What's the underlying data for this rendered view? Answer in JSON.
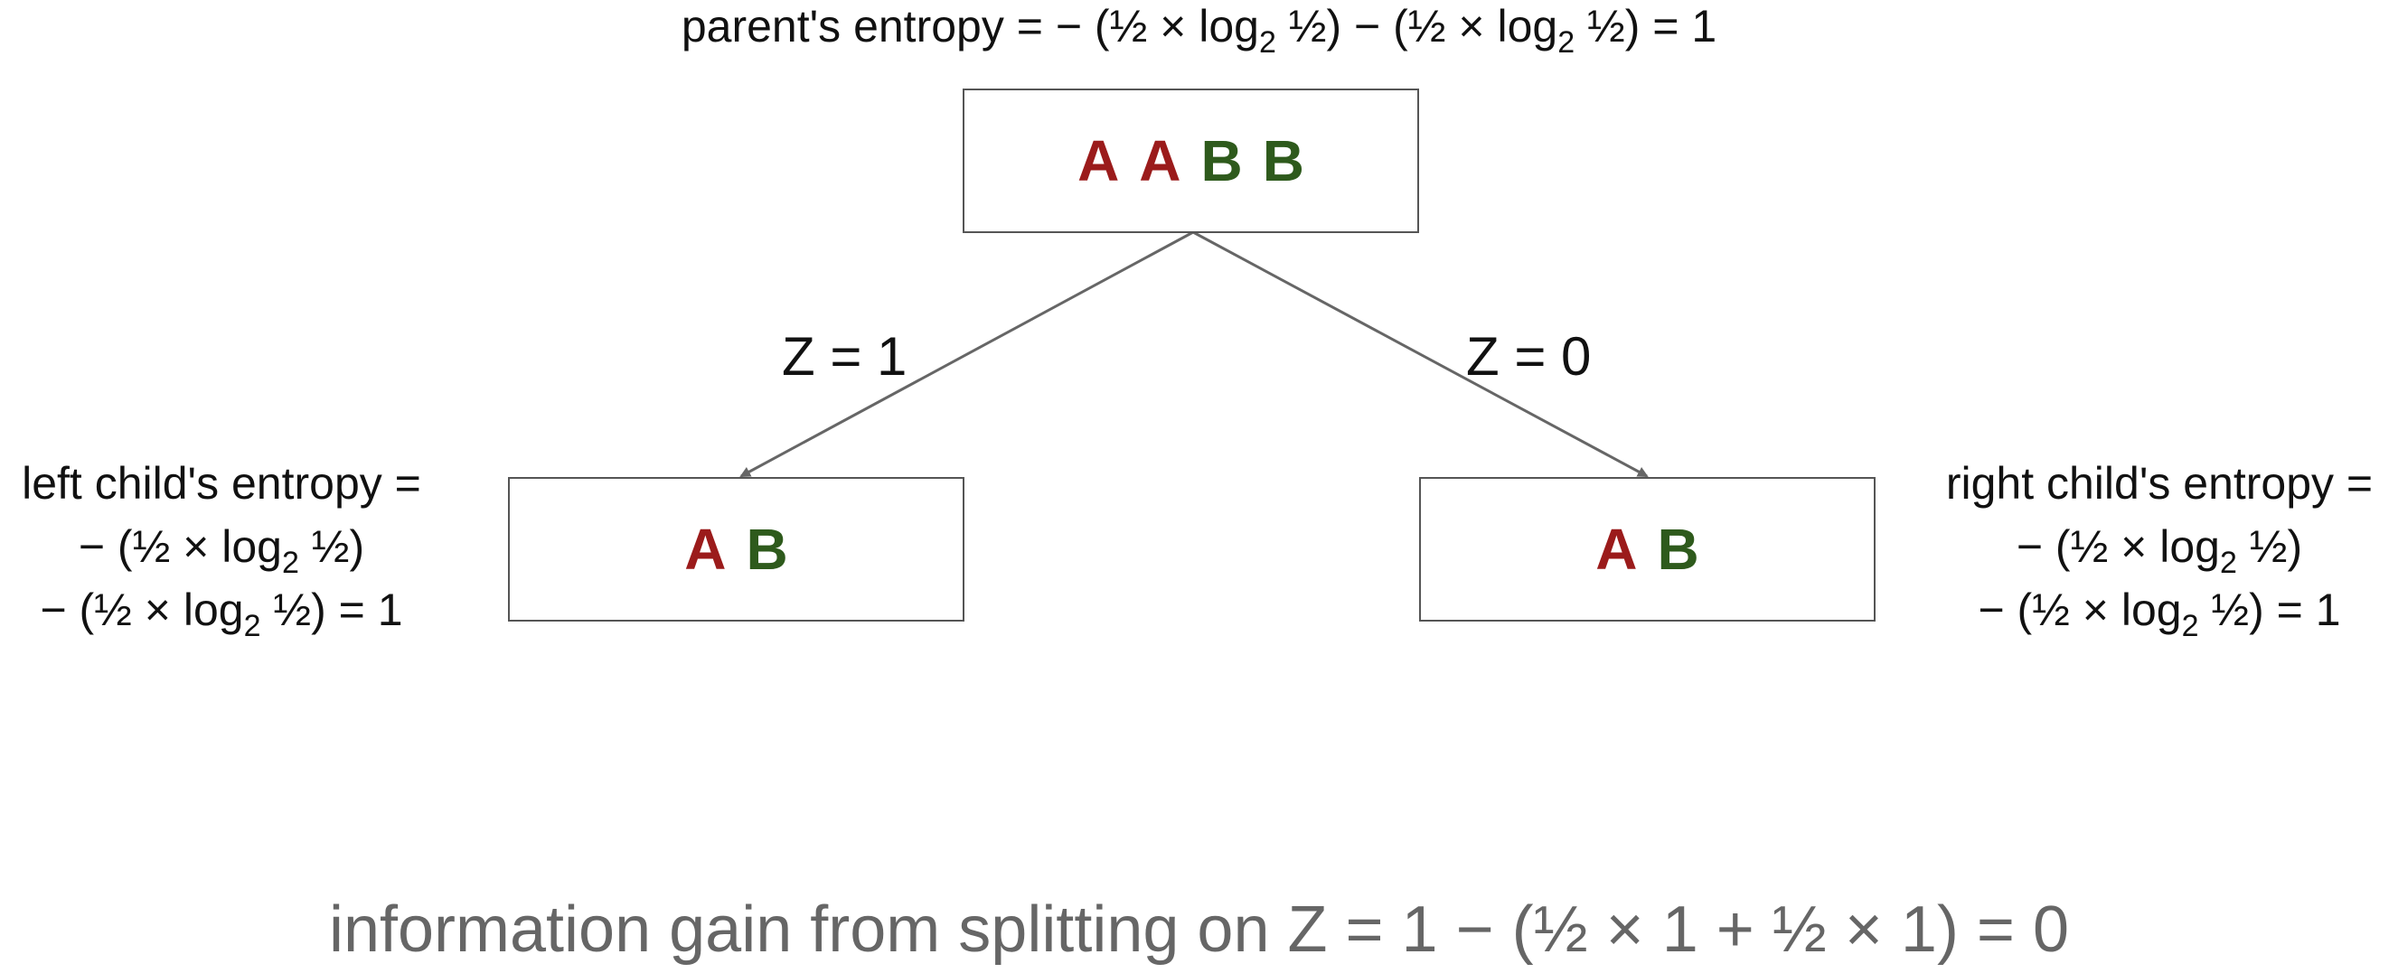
{
  "colors": {
    "class_a": "#9b1b1b",
    "class_b": "#2e5a1c",
    "node_border": "#555555",
    "edge": "#666666",
    "gain_text": "#666666"
  },
  "parent": {
    "entropy_label": "parent's entropy = − (½ × log",
    "sub1": "2",
    "mid": " ½) − (½ × log",
    "sub2": "2",
    "end": " ½) = 1",
    "items": [
      "A",
      "A",
      "B",
      "B"
    ]
  },
  "branches": {
    "left_label": "Z = 1",
    "right_label": "Z = 0"
  },
  "left_child": {
    "line1": "left child's entropy =",
    "line2_a": "− (½ × log",
    "line2_sub": "2",
    "line2_b": " ½)",
    "line3_a": "− (½ × log",
    "line3_sub": "2",
    "line3_b": " ½) = 1",
    "items": [
      "A",
      "B"
    ]
  },
  "right_child": {
    "line1": "right child's entropy =",
    "line2_a": "− (½ × log",
    "line2_sub": "2",
    "line2_b": " ½)",
    "line3_a": "− (½ × log",
    "line3_sub": "2",
    "line3_b": " ½) = 1",
    "items": [
      "A",
      "B"
    ]
  },
  "gain": {
    "text": "information gain from splitting on Z = 1 − (½ × 1 + ½ × 1) = 0"
  }
}
